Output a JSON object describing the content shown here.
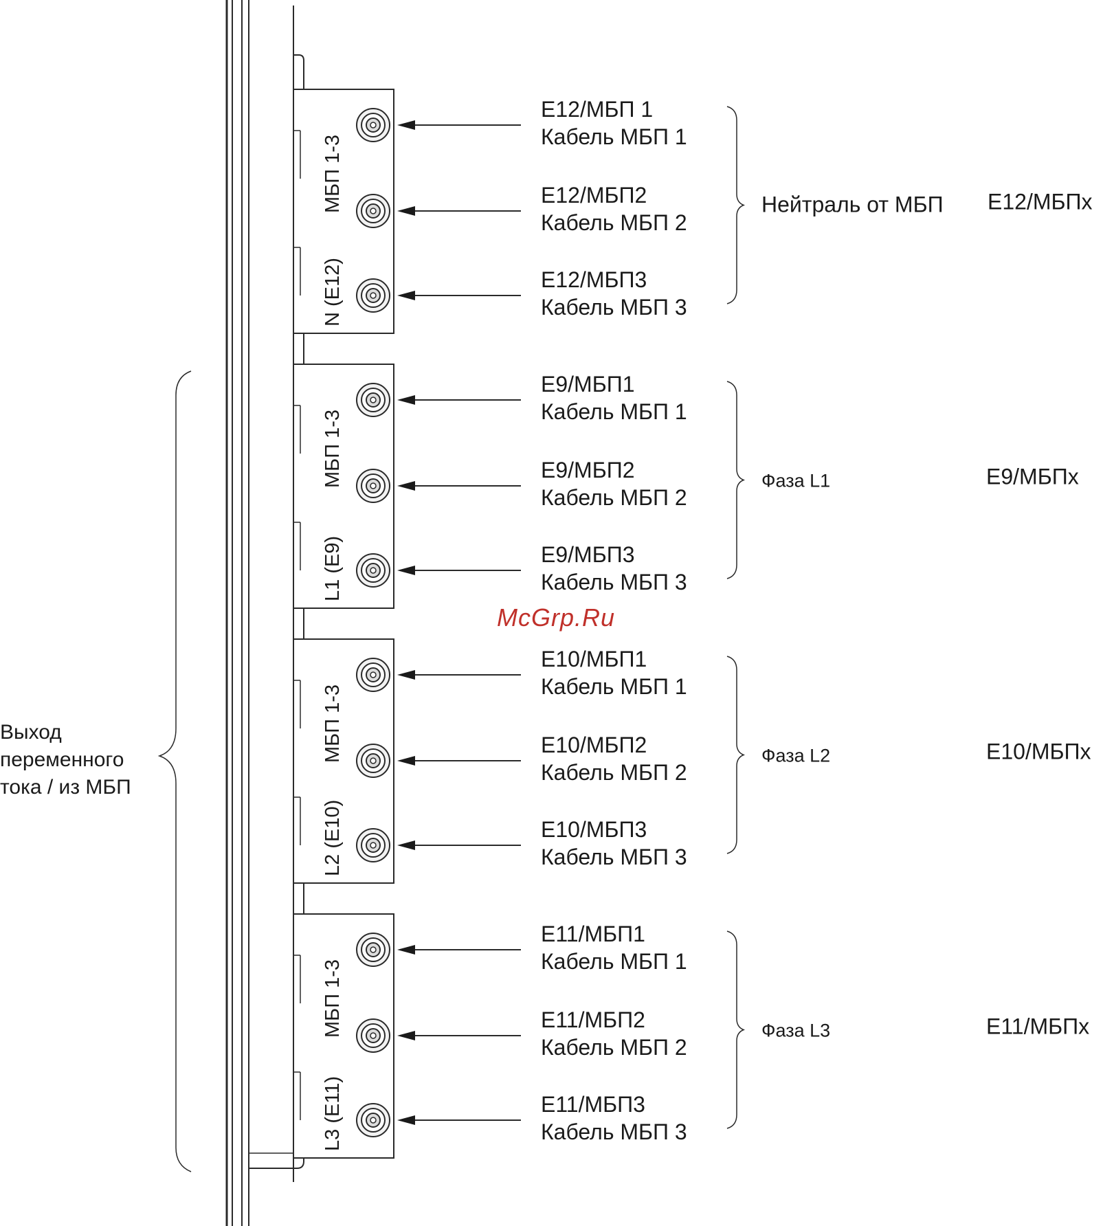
{
  "watermark": "McGrp.Ru",
  "side_label": [
    "Выход",
    "переменного",
    "тока / из МБП"
  ],
  "blocks": [
    {
      "vertical_label": "N (E12)",
      "vertical_sublabel": "МБП 1-3",
      "group_label": "Нейтраль от МБП",
      "cable_prefix": "E12/МБПх",
      "terminals": [
        {
          "line1": "E12/МБП 1",
          "line2": "Кабель МБП 1"
        },
        {
          "line1": "E12/МБП2",
          "line2": "Кабель МБП 2"
        },
        {
          "line1": "E12/МБП3",
          "line2": "Кабель МБП 3"
        }
      ]
    },
    {
      "vertical_label": "L1 (E9)",
      "vertical_sublabel": "МБП 1-3",
      "group_label": "Фаза L1",
      "cable_prefix": "E9/МБПх",
      "terminals": [
        {
          "line1": "E9/МБП1",
          "line2": "Кабель МБП 1"
        },
        {
          "line1": "E9/МБП2",
          "line2": "Кабель МБП 2"
        },
        {
          "line1": "E9/МБП3",
          "line2": "Кабель МБП 3"
        }
      ]
    },
    {
      "vertical_label": "L2 (E10)",
      "vertical_sublabel": "МБП 1-3",
      "group_label": "Фаза L2",
      "cable_prefix": "E10/МБПх",
      "terminals": [
        {
          "line1": "E10/МБП1",
          "line2": "Кабель МБП 1"
        },
        {
          "line1": "E10/МБП2",
          "line2": "Кабель МБП 2"
        },
        {
          "line1": "E10/МБП3",
          "line2": "Кабель МБП 3"
        }
      ]
    },
    {
      "vertical_label": "L3 (E11)",
      "vertical_sublabel": "МБП 1-3",
      "group_label": "Фаза L3",
      "cable_prefix": "E11/МБПх",
      "terminals": [
        {
          "line1": "E11/МБП1",
          "line2": "Кабель МБП 1"
        },
        {
          "line1": "E11/МБП2",
          "line2": "Кабель МБП 2"
        },
        {
          "line1": "E11/МБП3",
          "line2": "Кабель МБП 3"
        }
      ]
    }
  ]
}
